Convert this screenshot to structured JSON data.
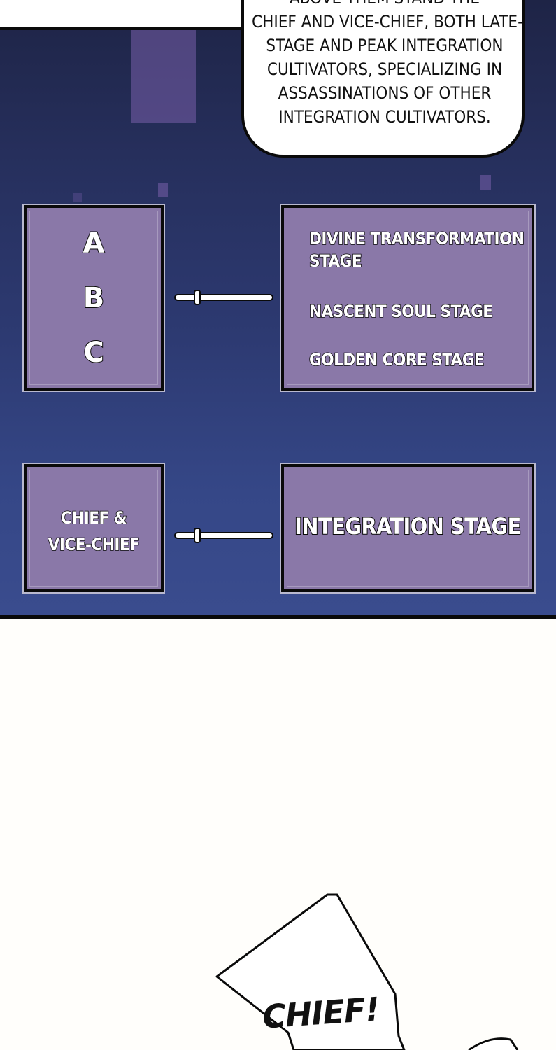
{
  "narration": {
    "lines": [
      "ABOVE THEM STAND THE",
      "CHIEF AND VICE-CHIEF, BOTH LATE-",
      "STAGE AND PEAK INTEGRATION",
      "CULTIVATORS, SPECIALIZING IN",
      "ASSASSINATIONS OF OTHER",
      "INTEGRATION CULTIVATORS."
    ]
  },
  "diagram": {
    "ranks_box": {
      "letters": [
        "A",
        "B",
        "C"
      ]
    },
    "stages_box": {
      "stages": [
        "DIVINE TRANSFORMATION",
        "STAGE",
        "NASCENT SOUL STAGE",
        "GOLDEN CORE STAGE"
      ]
    },
    "leaders_box": {
      "line1": "CHIEF &",
      "line2": "VICE-CHIEF"
    },
    "integration_box": {
      "label": "INTEGRATION STAGE"
    }
  },
  "shout": {
    "text": "CHIEF!"
  },
  "colors": {
    "box_fill": "#8a78a8",
    "background_top": "#1e2446",
    "background_bottom": "#3a4c8e"
  }
}
